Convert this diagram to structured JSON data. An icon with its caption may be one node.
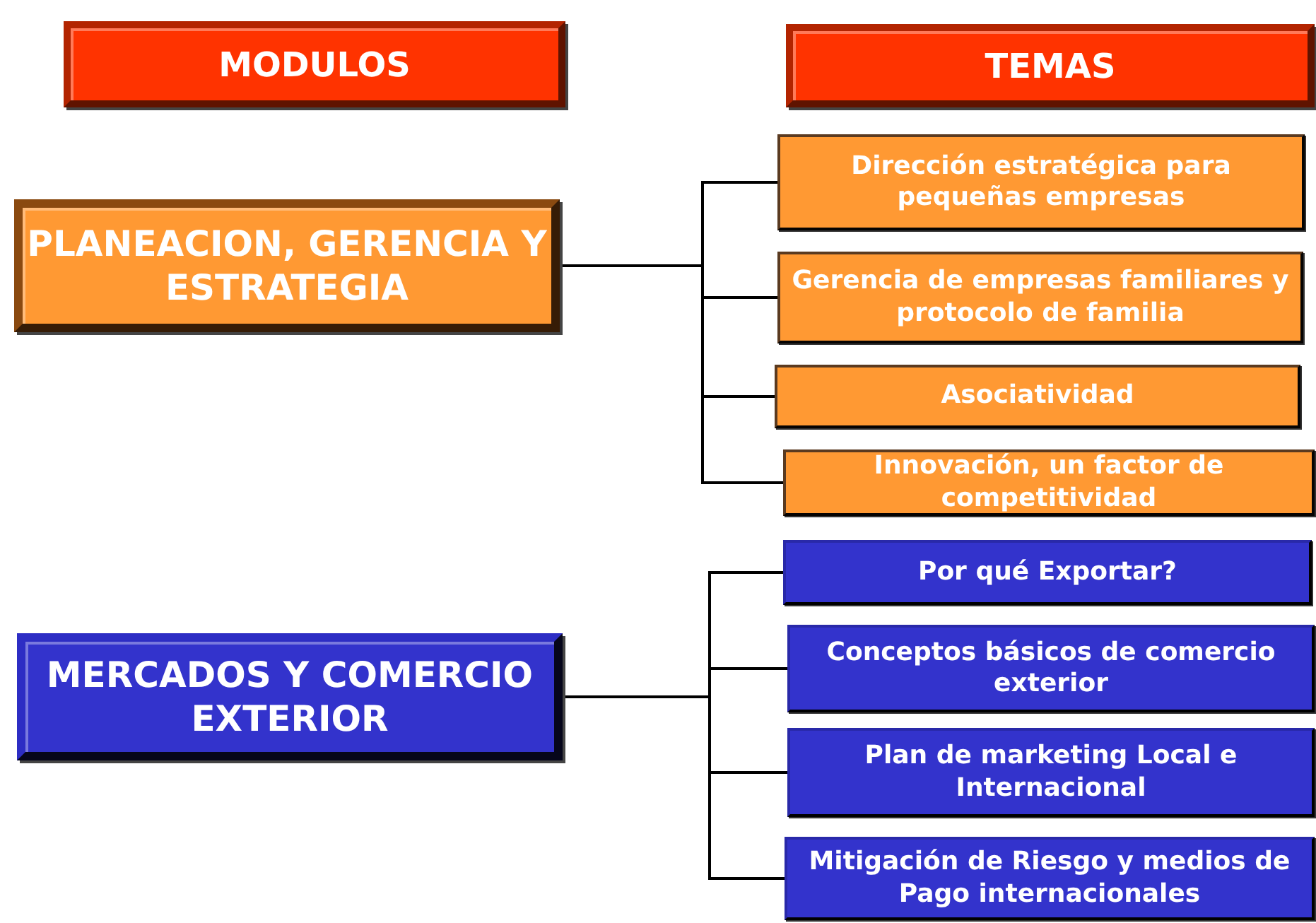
{
  "diagram": {
    "nodes": [
      {
        "text": [
          "MODULOS"
        ]
      },
      {
        "text": [
          "TEMAS"
        ]
      },
      {
        "text": [
          "PLANEACION, GERENCIA Y ESTRATEGIA"
        ]
      },
      {
        "text": [
          "Dirección estratégica para pequeñas empresas"
        ]
      },
      {
        "text": [
          "Gerencia de empresas familiares y protocolo de familia"
        ]
      },
      {
        "text": [
          "Asociatividad"
        ]
      },
      {
        "text": [
          "Innovación, un factor de competitividad"
        ]
      },
      {
        "text": [
          "MERCADOS Y COMERCIO EXTERIOR"
        ]
      },
      {
        "text": [
          "Por qué Exportar?"
        ]
      },
      {
        "text": [
          "Conceptos básicos de comercio exterior"
        ]
      },
      {
        "text": [
          "Plan de marketing Local e Internacional"
        ]
      },
      {
        "text": [
          "Mitigación de Riesgo y medios de Pago internacionales"
        ]
      }
    ],
    "edges": [
      {
        "from": 2,
        "to": 3,
        "arrow": "none"
      },
      {
        "from": 2,
        "to": 4,
        "arrow": "none"
      },
      {
        "from": 2,
        "to": 5,
        "arrow": "none"
      },
      {
        "from": 2,
        "to": 6,
        "arrow": "none"
      },
      {
        "from": 7,
        "to": 8,
        "arrow": "none"
      },
      {
        "from": 7,
        "to": 9,
        "arrow": "none"
      },
      {
        "from": 7,
        "to": 10,
        "arrow": "none"
      },
      {
        "from": 7,
        "to": 11,
        "arrow": "none"
      }
    ]
  }
}
